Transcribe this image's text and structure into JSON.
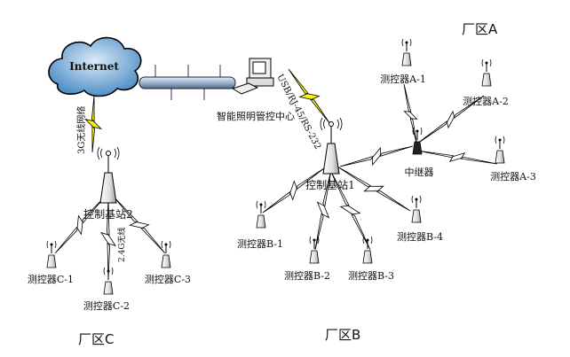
{
  "internet": "Internet",
  "center_label": "智能照明管控中心",
  "serial_label": "USB/RJ-45/RS-232",
  "net3g_label": "3G无线网络",
  "wifi24_label": "2.4G无线",
  "base1_label": "控制基站1",
  "base2_label": "控制基站2",
  "relay_label": "中继器",
  "zones": {
    "a": "厂区A",
    "b": "厂区B",
    "c": "厂区C"
  },
  "devices": {
    "a1": "测控器A-1",
    "a2": "测控器A-2",
    "a3": "测控器A-3",
    "b1": "测控器B-1",
    "b2": "测控器B-2",
    "b3": "测控器B-3",
    "b4": "测控器B-4",
    "c1": "测控器C-1",
    "c2": "测控器C-2",
    "c3": "测控器C-3"
  },
  "colors": {
    "bolt": "#f7f700",
    "cloud": "#6fa8d6",
    "pipe": "#9bb3cf"
  }
}
